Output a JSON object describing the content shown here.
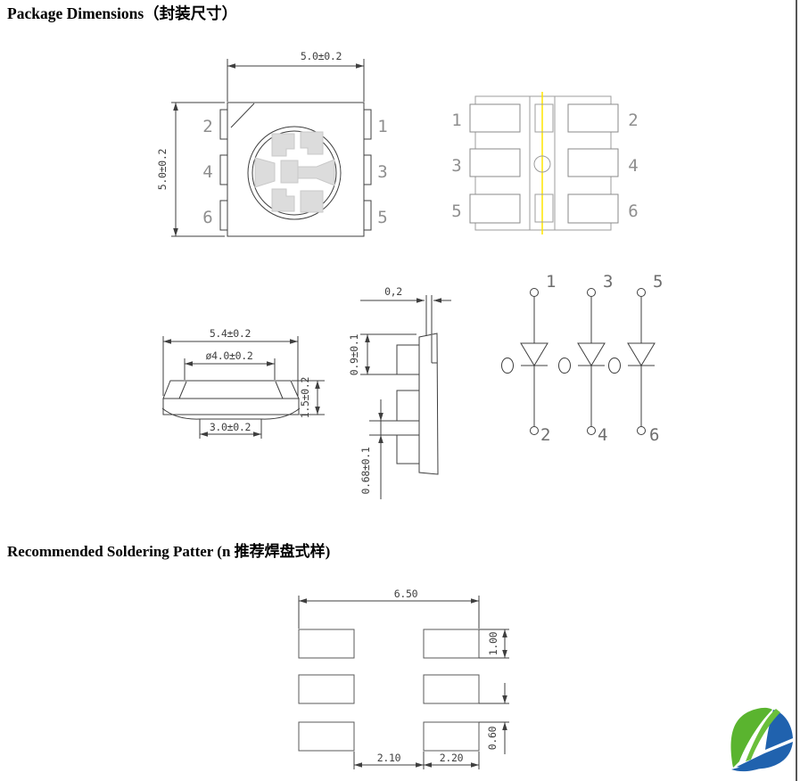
{
  "page": {
    "title": "Package Dimensions（封装尺寸）",
    "section2_title": "Recommended Soldering Patter (n 推荐焊盘式样)"
  },
  "package_top_view": {
    "dim_width": "5.0±0.2",
    "dim_height": "5.0±0.2",
    "pins_left": [
      "2",
      "4",
      "6"
    ],
    "pins_right": [
      "1",
      "3",
      "5"
    ]
  },
  "pad_layout_view": {
    "pins_left": [
      "1",
      "3",
      "5"
    ],
    "pins_right": [
      "2",
      "4",
      "6"
    ]
  },
  "front_view": {
    "dim_width": "5.4±0.2",
    "dim_lens": "ø4.0±0.2",
    "dim_bottom": "3.0±0.2",
    "dim_height": "1.5±0.2"
  },
  "side_view": {
    "dim_edge": "0,2",
    "dim_lead_height": "0.9±0.1",
    "dim_lead_gap": "0.68±0.1"
  },
  "circuit_diagram": {
    "pins_top": [
      "1",
      "3",
      "5"
    ],
    "pins_bottom": [
      "2",
      "4",
      "6"
    ]
  },
  "solder_pattern": {
    "dim_total_width": "6.50",
    "dim_pad_height": "1.00",
    "dim_row_gap": "0.60",
    "dim_col_gap": "2.10",
    "dim_pad_width": "2.20"
  },
  "colors": {
    "line": "#3f3f3f",
    "light_line": "#9c9c9c",
    "polarity_yellow": "#ffe600",
    "logo_green": "#5ab42f",
    "logo_blue": "#2062ae"
  }
}
